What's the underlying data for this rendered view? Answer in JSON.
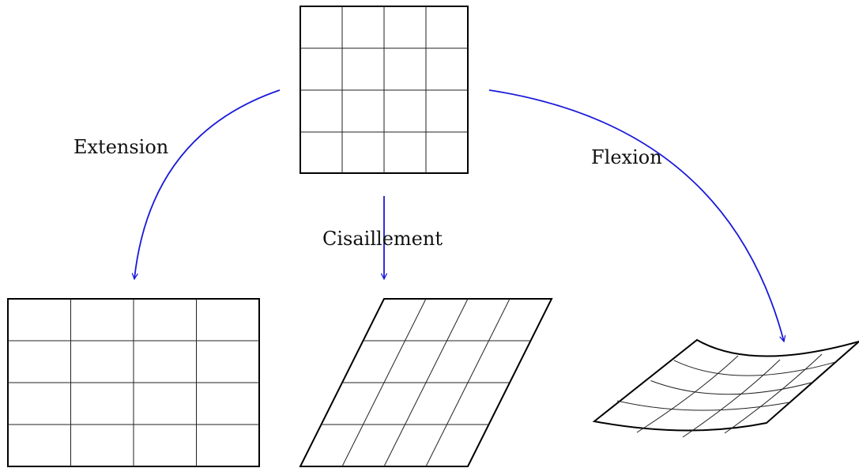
{
  "labels": {
    "extension": "Extension",
    "shear": "Cisaillement",
    "bending": "Flexion"
  },
  "grid": {
    "rows": 4,
    "cols": 4
  },
  "colors": {
    "arrow": "#1a1ad9",
    "outline": "#000000",
    "grid_line": "#222222"
  }
}
